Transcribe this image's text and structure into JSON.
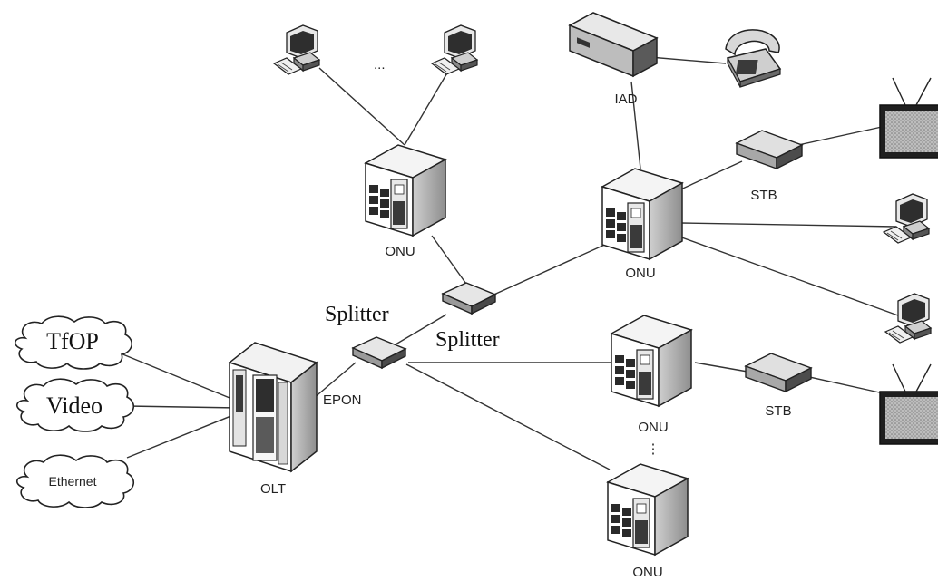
{
  "clouds": {
    "tfop": "TfOP",
    "video": "Video",
    "ethernet": "Ethernet"
  },
  "labels": {
    "olt": "OLT",
    "epon": "EPON",
    "splitter_left": "Splitter",
    "splitter_right": "Splitter",
    "onu_top": "ONU",
    "onu_right": "ONU",
    "onu_middle": "ONU",
    "onu_bottom": "ONU",
    "iad": "IAD",
    "stb_top": "STB",
    "stb_bottom": "STB",
    "ellipsis_pcs": "...",
    "ellipsis_onu": "⋮"
  },
  "icons": {
    "cloud": "cloud-icon",
    "server": "server-icon",
    "onu": "onu-icon",
    "splitter": "splitter-icon",
    "pc": "desktop-computer-icon",
    "tv": "television-icon",
    "phone": "telephone-icon",
    "iad": "iad-box-icon",
    "stb": "set-top-box-icon"
  }
}
